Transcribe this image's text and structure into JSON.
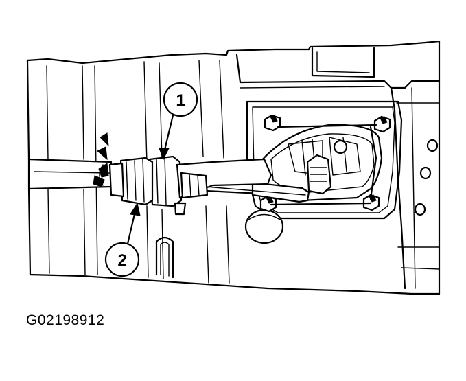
{
  "figure": {
    "code": "G02198912",
    "callouts": [
      {
        "label": "1"
      },
      {
        "label": "2"
      }
    ]
  },
  "colors": {
    "line": "#000000",
    "background": "#ffffff"
  }
}
